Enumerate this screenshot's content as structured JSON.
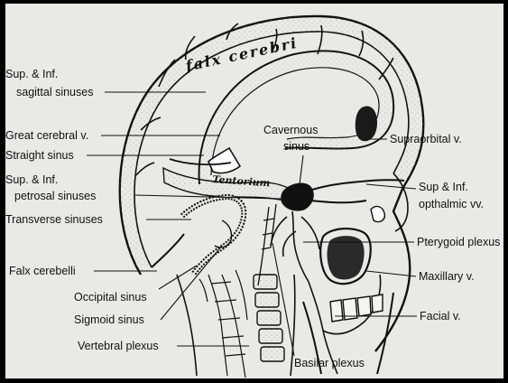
{
  "diagram": {
    "labels": {
      "sup_inf_sagittal_1": "Sup. & Inf.",
      "sup_inf_sagittal_2": "sagittal sinuses",
      "great_cerebral": "Great cerebral v.",
      "straight_sinus": "Straight sinus",
      "sup_inf_petrosal_1": "Sup. & Inf.",
      "sup_inf_petrosal_2": "petrosal sinuses",
      "transverse": "Transverse sinuses",
      "falx_cerebelli": "Falx cerebelli",
      "occipital": "Occipital sinus",
      "sigmoid": "Sigmoid sinus",
      "vertebral": "Vertebral plexus",
      "basilar": "Basilar plexus",
      "cavernous_1": "Cavernous",
      "cavernous_2": "sinus",
      "supraorbital": "Supraorbital v.",
      "sup_inf_opthalmic_1": "Sup & Inf.",
      "sup_inf_opthalmic_2": "opthalmic vv.",
      "pterygoid": "Pterygoid plexus",
      "maxillary": "Maxillary v.",
      "facial": "Facial v."
    },
    "inline_labels": {
      "falx_cerebri": "falx cerebri",
      "tentorium": "Tentorium"
    },
    "colors": {
      "background": "#e9e9e5",
      "ink": "#111111",
      "frame": "#000000"
    }
  }
}
